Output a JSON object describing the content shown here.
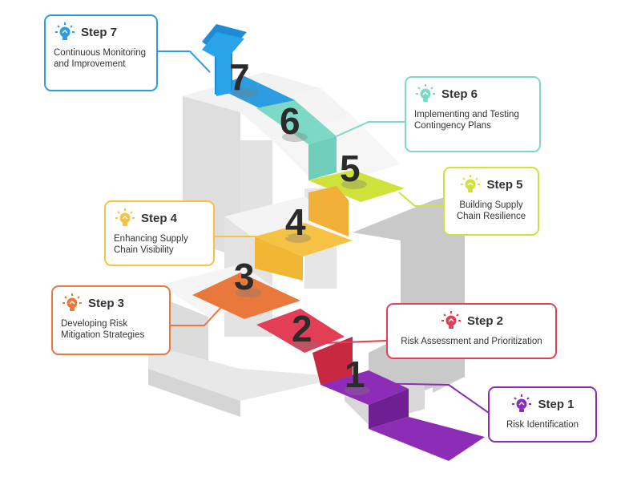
{
  "steps": [
    {
      "number": "1",
      "label": "Step 1",
      "text": "Risk Identification",
      "color": "#8d2db5",
      "icon": "lightbulb-icon"
    },
    {
      "number": "2",
      "label": "Step 2",
      "text": "Risk Assessment and Prioritization",
      "color": "#e23e55",
      "icon": "lightbulb-icon"
    },
    {
      "number": "3",
      "label": "Step 3",
      "text": "Developing Risk Mitigation Strategies",
      "color": "#e8783c",
      "icon": "lightbulb-icon"
    },
    {
      "number": "4",
      "label": "Step 4",
      "text": "Enhancing Supply Chain Visibility",
      "color": "#f6c244",
      "icon": "lightbulb-icon"
    },
    {
      "number": "5",
      "label": "Step 5",
      "text": "Building Supply Chain Resilience",
      "color": "#cfe23a",
      "icon": "lightbulb-icon"
    },
    {
      "number": "6",
      "label": "Step 6",
      "text": "Implementing and Testing Contingency Plans",
      "color": "#7dd9c6",
      "icon": "lightbulb-icon"
    },
    {
      "number": "7",
      "label": "Step 7",
      "text": "Continuous Monitoring and Improvement",
      "color": "#2b9de0",
      "icon": "arrow-up-icon"
    }
  ]
}
